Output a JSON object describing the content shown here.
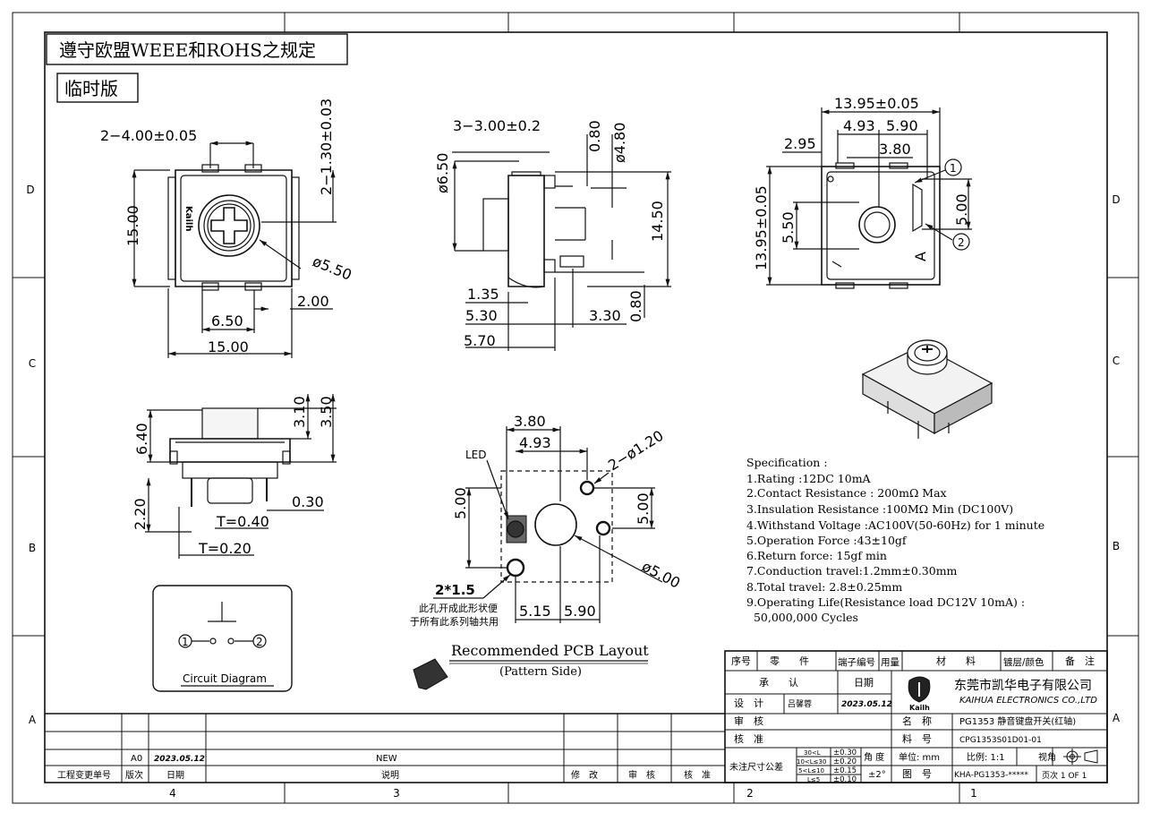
{
  "header": {
    "compliance": "遵守欧盟WEEE和ROHS之规定",
    "temp_version": "临时版"
  },
  "border": {
    "cols": [
      "4",
      "3",
      "2",
      "1"
    ],
    "rows": [
      "D",
      "C",
      "B",
      "A"
    ]
  },
  "views": {
    "top": {
      "d_pitch": "2−4.00±0.05",
      "d_height_pin": "2−1.30±0.03",
      "d_side": "15.00",
      "d_circle": "ø5.50",
      "d_200": "2.00",
      "d_650": "6.50",
      "d_bottom": "15.00",
      "brand": "Kailh"
    },
    "side": {
      "d_top": "3−3.00±0.2",
      "d_080": "0.80",
      "d_480": "ø4.80",
      "d_650": "ø6.50",
      "d_1450": "14.50",
      "d_135": "1.35",
      "d_530": "5.30",
      "d_330": "3.30",
      "d_080b": "0.80",
      "d_570": "5.70"
    },
    "bottom": {
      "d_width": "13.95±0.05",
      "d_493": "4.93",
      "d_590": "5.90",
      "d_295": "2.95",
      "d_380": "3.80",
      "d_height": "13.95±0.05",
      "d_550": "5.50",
      "d_500": "5.00",
      "mark1": "1",
      "mark2": "2",
      "mark_a": "A"
    },
    "front": {
      "d_640": "6.40",
      "d_310": "3.10",
      "d_350": "3.50",
      "d_220": "2.20",
      "d_030": "0.30",
      "d_t040": "T=0.40",
      "d_t020": "T=0.20"
    }
  },
  "pcb": {
    "d_380": "3.80",
    "d_493": "4.93",
    "d_120": "2−ø1.20",
    "led": "LED",
    "d_500l": "5.00",
    "d_500r": "5.00",
    "d_dia5": "ø5.00",
    "d_515": "5.15",
    "d_590": "5.90",
    "slot": "2*1.5",
    "note1": "此孔开成此形状便",
    "note2": "于所有此系列轴共用",
    "title": "Recommended PCB Layout",
    "subtitle": "(Pattern Side)"
  },
  "circuit": {
    "p1": "1",
    "p2": "2",
    "label": "Circuit Diagram"
  },
  "spec": {
    "title": "Specification :",
    "items": [
      "1.Rating :12DC 10mA",
      "2.Contact Resistance : 200mΩ Max",
      "3.Insulation Resistance :100MΩ Min (DC100V)",
      "4.Withstand Voltage :AC100V(50-60Hz) for 1 minute",
      "5.Operation Force :43±10gf",
      "6.Return  force: 15gf min",
      "7.Conduction travel:1.2mm±0.30mm",
      "8.Total travel: 2.8±0.25mm",
      "9.Operating Life(Resistance load DC12V 10mA) :",
      "  50,000,000 Cycles"
    ]
  },
  "title_block": {
    "h_no": "序号",
    "h_part": "零　　件",
    "h_term": "端子编号",
    "h_qty": "用量",
    "h_mat": "材　　料",
    "h_plate": "镀层/颜色",
    "h_note": "备　注",
    "approve": "承　　认",
    "date": "日期",
    "design": "设　计",
    "designer": "吕馨蓉",
    "design_date": "2023.05.12",
    "review": "审　核",
    "check": "核　准",
    "company_cn": "东莞市凯华电子有限公司",
    "company_en": "KAIHUA ELECTRONICS CO.,LTD",
    "logo_text": "Kailh",
    "name_label": "名　称",
    "name_value": "PG1353 静音键盘开关(红轴)",
    "material_label": "料　号",
    "material_value": "CPG1353S01D01-01",
    "tol_label": "未注尺寸公差",
    "tol_ranges": [
      "30<L",
      "10<L≤30",
      "5<L≤10",
      "L≤5"
    ],
    "tol_values": [
      "±0.30",
      "±0.20",
      "±0.15",
      "±0.10"
    ],
    "angle_label": "角 度",
    "angle_value": "±2°",
    "unit": "单位: mm",
    "scale": "比例: 1:1",
    "view_label": "视角",
    "drawing_label": "图　号",
    "drawing_value": "KHA-PG1353-*****",
    "page": "页次 1 OF 1"
  },
  "revision": {
    "rev": "A0",
    "date": "2023.05.12",
    "desc": "NEW",
    "h_change": "工程变更单号",
    "h_rev": "版次",
    "h_date": "日期",
    "h_desc": "说明",
    "h_modify": "修　改",
    "h_review": "审　核",
    "h_approve": "核　准"
  }
}
